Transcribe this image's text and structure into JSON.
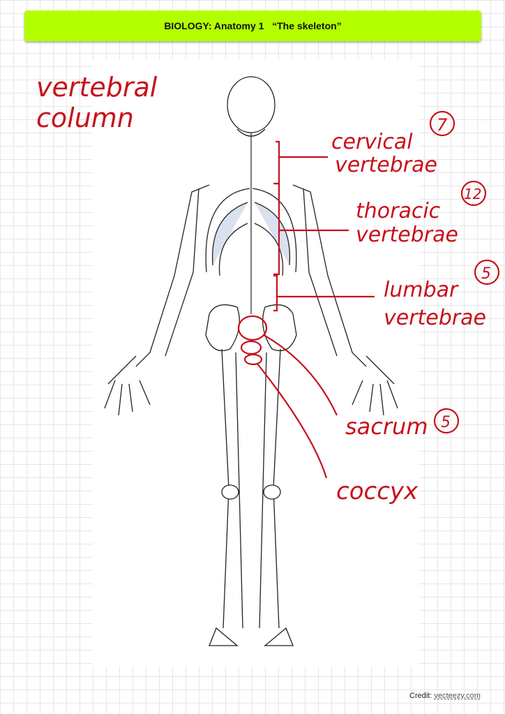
{
  "header": {
    "title": "BIOLOGY: Anatomy 1   “The skeleton”"
  },
  "annotations": {
    "heading_line1": "vertebral",
    "heading_line2": "column",
    "cervical": {
      "line1": "cervical",
      "line2": "vertebrae",
      "count": "7"
    },
    "thoracic": {
      "line1": "thoracic",
      "line2": "vertebrae",
      "count": "12"
    },
    "lumbar": {
      "line1": "lumbar",
      "line2": "vertebrae",
      "count": "5"
    },
    "sacrum": {
      "label": "sacrum",
      "count": "5"
    },
    "coccyx": {
      "label": "coccyx"
    }
  },
  "credit": {
    "label": "Credit:",
    "source": "vecteezy.com"
  },
  "colors": {
    "header_bg": "#b3ff00",
    "annotation": "#c8101a",
    "rib_shade": "#9fb4d6"
  }
}
